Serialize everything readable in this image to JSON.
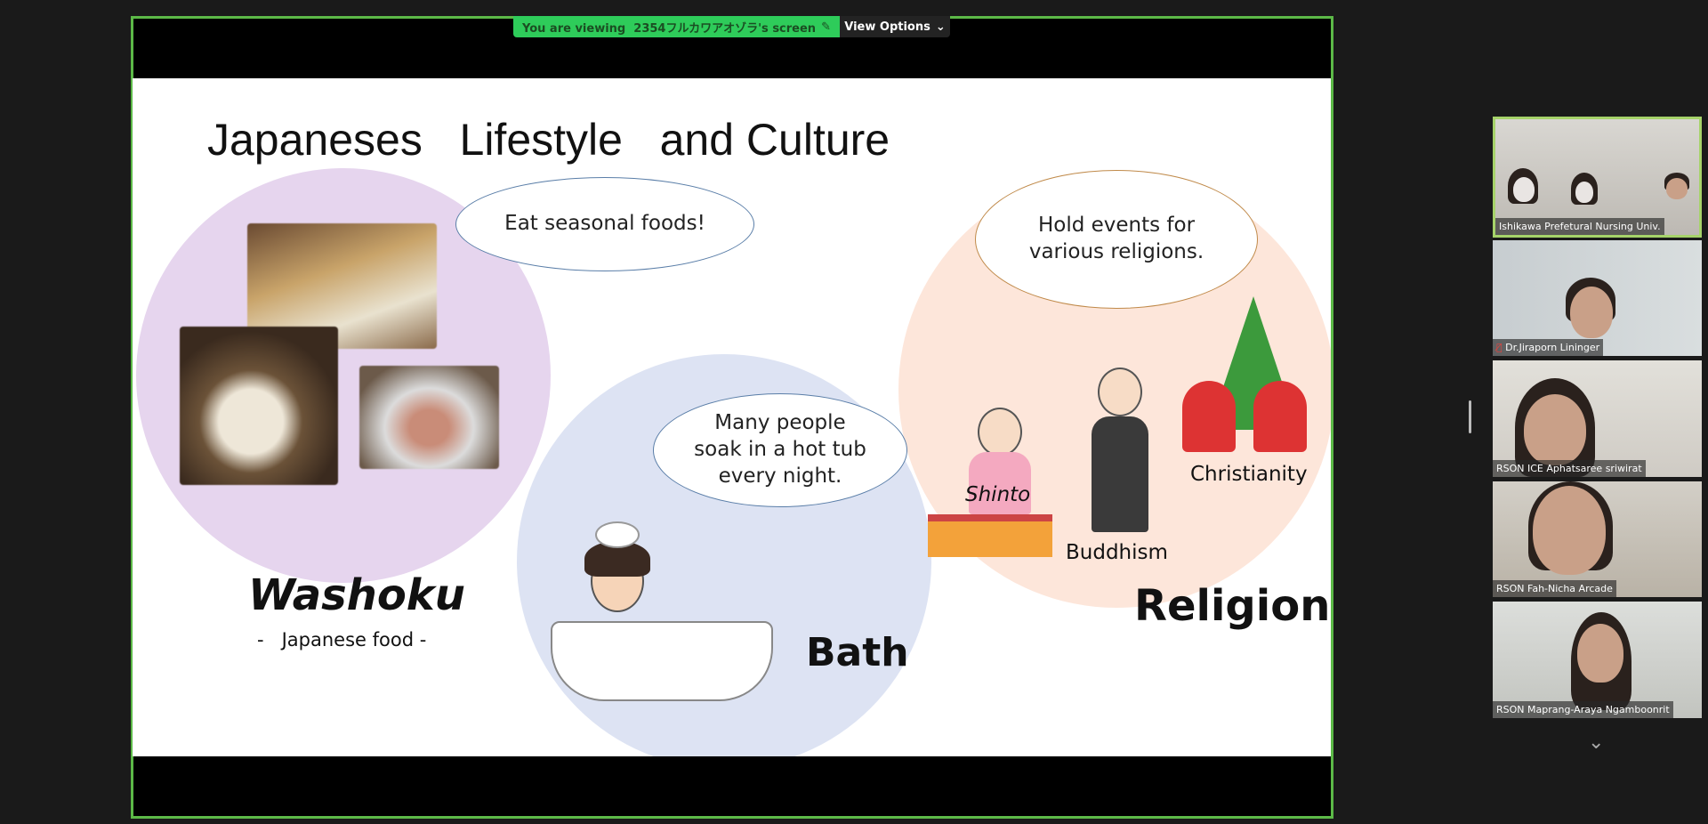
{
  "banner": {
    "viewing_text": "You are viewing  2354フルカワアオゾラ's screen",
    "view_options_label": "View Options"
  },
  "slide": {
    "title": "Japaneses   Lifestyle   and Culture",
    "washoku": {
      "bubble": "Eat seasonal foods!",
      "label": "Washoku",
      "sublabel": "-   Japanese food -"
    },
    "bath": {
      "bubble": [
        "Many people",
        "soak in a hot tub",
        "every night."
      ],
      "label": "Bath"
    },
    "religion": {
      "bubble": [
        "Hold events for",
        "various religions."
      ],
      "label": "Religion",
      "shinto": "Shinto",
      "buddhism": "Buddhism",
      "christianity": "Christianity"
    }
  },
  "participants": [
    {
      "name": "Ishikawa Prefetural Nursing Univ.",
      "active": true
    },
    {
      "name": "Dr.Jiraporn Lininger",
      "muted": true
    },
    {
      "name": "RSON ICE Aphatsaree sriwirat"
    },
    {
      "name": "RSON Fah-Nicha Arcade"
    },
    {
      "name": "RSON Maprang-Araya Ngamboonrit"
    }
  ],
  "colors": {
    "active_border": "#5cb947",
    "banner_green": "#2ecc5a",
    "washoku_circle": "#e6d5ee",
    "bath_circle": "#dde3f3",
    "religion_circle": "#fde6da"
  }
}
